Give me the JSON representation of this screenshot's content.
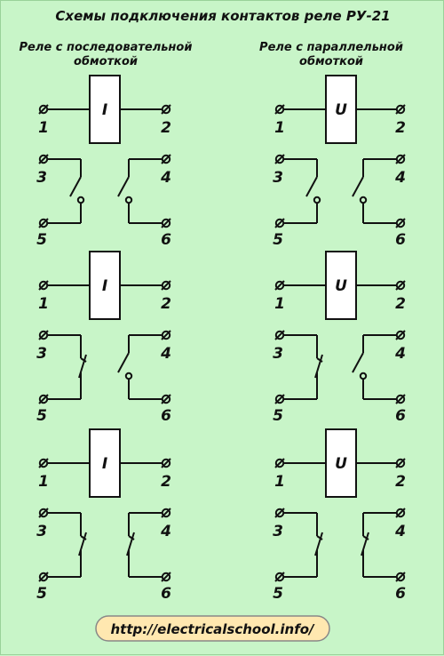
{
  "title": "Схемы подключения контактов реле РУ-21",
  "columns": [
    {
      "heading_lines": [
        "Реле с последовательной",
        "обмоткой"
      ],
      "coil_label": "I"
    },
    {
      "heading_lines": [
        "Реле с параллельной",
        "обмоткой"
      ],
      "coil_label": "U"
    }
  ],
  "terminal_labels": {
    "coil_left": "1",
    "coil_right": "2",
    "left_top": "3",
    "left_bottom": "5",
    "right_top": "4",
    "right_bottom": "6"
  },
  "rows": [
    {
      "left_contact": "normally-open",
      "right_contact": "normally-open"
    },
    {
      "left_contact": "normally-closed",
      "right_contact": "normally-open"
    },
    {
      "left_contact": "normally-closed",
      "right_contact": "normally-closed"
    }
  ],
  "footer_url": "http://electricalschool.info/",
  "colors": {
    "background": "#c8f5c8",
    "footer_bg": "#ffe8b0",
    "ink": "#111111"
  }
}
